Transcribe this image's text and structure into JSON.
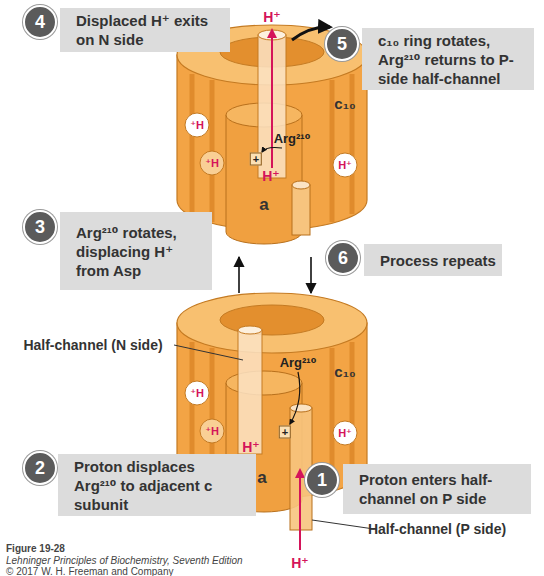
{
  "diagram": {
    "nodes": [
      {
        "text": [
          "4",
          "Displaced H⁺ exits on N side"
        ]
      },
      {
        "text": [
          "5",
          "c₁₀ ring rotates, Arg²¹⁰ returns to P-side half-channel"
        ]
      },
      {
        "text": [
          "⁺H",
          "⁺H",
          "c₁₀",
          "H⁺",
          "Arg²¹⁰",
          "+",
          "H⁺",
          "a"
        ]
      },
      {
        "text": [
          "3",
          "Arg²¹⁰ rotates, displacing H⁺ from Asp"
        ]
      },
      {
        "text": [
          "6",
          "Process repeats"
        ]
      },
      {
        "text": [
          "c₁₀",
          "Arg²¹⁰",
          "⁺H",
          "⁺H",
          "H⁺",
          "+",
          "H⁺",
          "a"
        ]
      },
      {
        "text": [
          "2",
          "Proton displaces Arg²¹⁰ to adjacent c subunit"
        ]
      },
      {
        "text": [
          "1",
          "Proton enters half-channel on P side"
        ]
      }
    ],
    "edges": [
      {
        "from": 5,
        "to": 2,
        "arrow": "to"
      },
      {
        "from": 2,
        "to": 5,
        "arrow": "to"
      }
    ],
    "labels": [
      "H⁺",
      "Half-channel (N side)",
      "Half-channel (P side)",
      "H⁺",
      "Figure 19-28",
      "Lehninger Principles of Biochemistry, Seventh Edition",
      "© 2017 W. H. Freeman and Company"
    ]
  }
}
